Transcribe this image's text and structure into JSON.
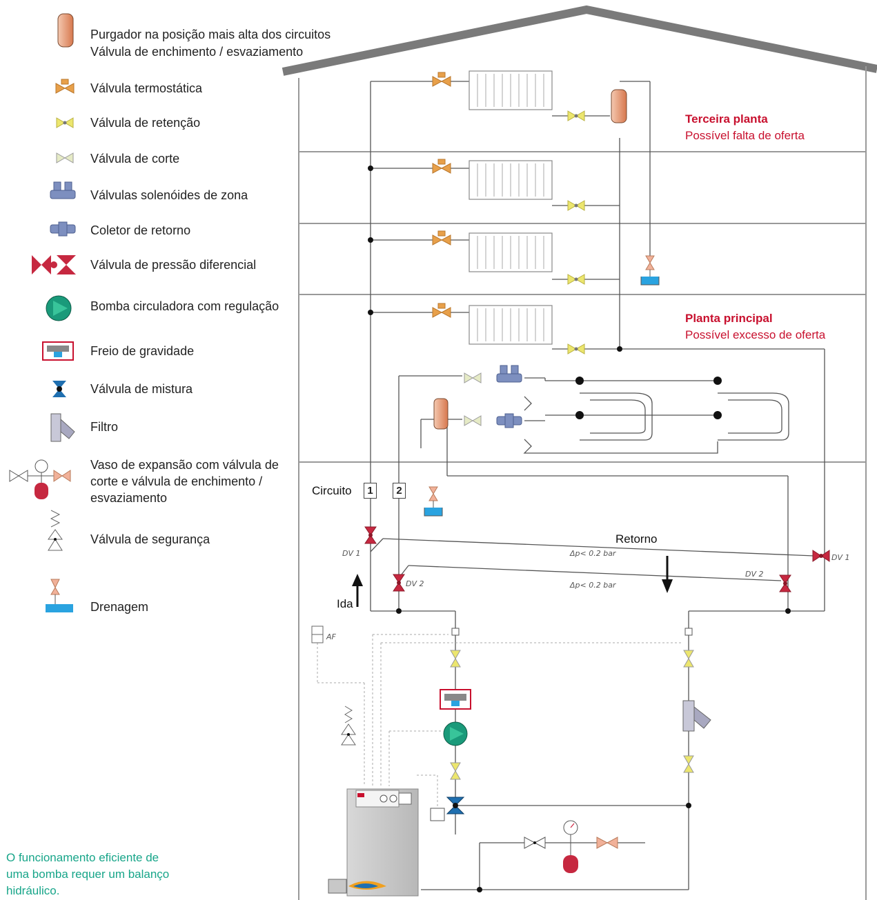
{
  "legend": {
    "purgador_line1": "Purgador na posição mais alta dos circuitos",
    "purgador_line2": "Válvula de enchimento / esvaziamento",
    "termostatica": "Válvula termostática",
    "retencao": "Válvula de retenção",
    "corte": "Válvula de corte",
    "solenoides": "Válvulas solenóides de zona",
    "coletor": "Coletor de retorno",
    "pressao_diferencial": "Válvula de pressão diferencial",
    "bomba": "Bomba circuladora com regulação",
    "freio": "Freio de gravidade",
    "mistura": "Válvula de mistura",
    "filtro": "Filtro",
    "vaso": "Vaso de expansão com válvula de corte e válvula de enchimento / esvaziamento",
    "seguranca": "Válvula de segurança",
    "drenagem": "Drenagem"
  },
  "floors": {
    "top_title": "Terceira planta",
    "top_note": "Possível falta de oferta",
    "main_title": "Planta principal",
    "main_note": "Possível excesso de oferta"
  },
  "labels": {
    "circuito": "Circuito",
    "circuit_1": "1",
    "circuit_2": "2",
    "ida": "Ida",
    "retorno": "Retorno",
    "dv1": "DV 1",
    "dv2": "DV 2",
    "dp1": "Δp< 0.2 bar",
    "dp2": "Δp< 0.2 bar",
    "af": "AF"
  },
  "footnote": "O funcionamento eficiente de uma bomba requer um balanço hidráulico.",
  "colors": {
    "accent_red": "#c8102e",
    "note_green": "#17a589",
    "thermo_valve": "#e8a04a",
    "check_valve": "#e8e070",
    "dp_valve": "#c62840",
    "pump": "#1a9a7a",
    "mix_valve": "#1f6fb0",
    "water": "#2aa3e0",
    "boiler": "#c8c8c8",
    "vent": "#e8a080",
    "roof": "#7a7a7a",
    "pipe": "#555555"
  }
}
